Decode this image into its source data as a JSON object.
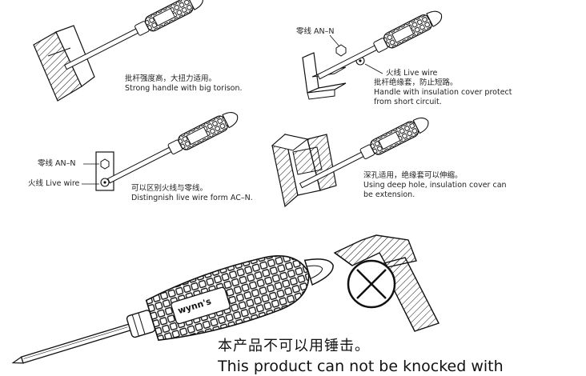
{
  "panel1": {
    "caption_cn": "批杆强度高，大扭力适用。",
    "caption_en": "Strong handle with big torison."
  },
  "panel2": {
    "neutral_label": "零线 AN–N",
    "live_label": "火线 Live wire",
    "caption_cn": "批杆绝缘套，防止短路。",
    "caption_en_1": "Handle with insulation cover protect",
    "caption_en_2": "from short circuit."
  },
  "panel3": {
    "neutral_label": "零线 AN–N",
    "live_label": "火线 Live wire",
    "caption_cn": "可以区别火线与零线。",
    "caption_en": "Distingnish live wire form AC–N."
  },
  "panel4": {
    "caption_cn": "深孔适用，绝缘套可以伸缩。",
    "caption_en_1": "Using deep hole, insulation cover can",
    "caption_en_2": "be extension."
  },
  "main": {
    "brand": "wynn's",
    "warning_cn": "本产品不可以用锤击。",
    "warning_en": "This product can not be knocked with"
  },
  "colors": {
    "ink": "#111111",
    "background": "#ffffff"
  }
}
